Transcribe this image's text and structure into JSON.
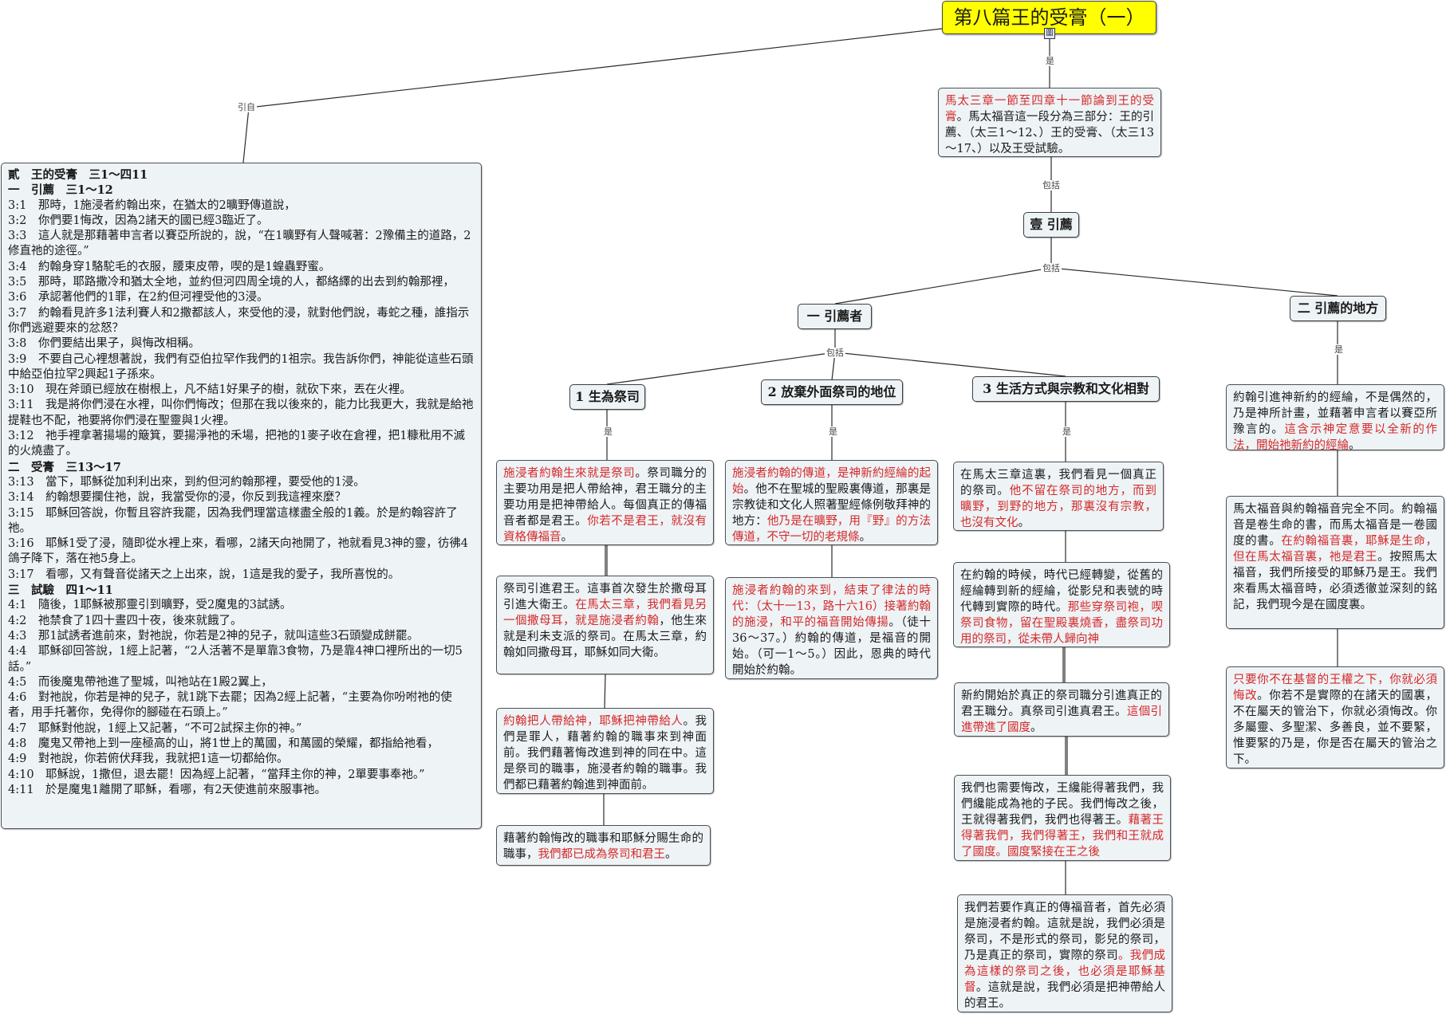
{
  "root": {
    "title": "第八篇王的受膏（一）",
    "icon": "notes-icon",
    "icon_glyph": "圖"
  },
  "edges": {
    "root_summary": "是",
    "root_scripture": "引自",
    "summary_topic": "包括",
    "topic_sub": "包括",
    "recommender_points": "包括",
    "priest_is": "是",
    "abandon_is": "是",
    "lifestyle_is": "是",
    "place_is": "是"
  },
  "summary": [
    {
      "t": "馬太三章一節至四章十一節論到王的受膏",
      "r": true
    },
    {
      "t": "。馬太福音這一段分為三部分：王的引薦、（太三1～12、）王的受膏、（太三13～17、）以及王受試驗。",
      "r": false
    }
  ],
  "topic1": "壹 引薦",
  "sub1": "一 引薦者",
  "sub2": "二 引薦的地方",
  "p1": "1 生為祭司",
  "p2": "2 放棄外面祭司的地位",
  "p3": "3 生活方式與宗教和文化相對",
  "c1": [
    [
      {
        "t": "施浸者約翰生來就是祭司",
        "r": true
      },
      {
        "t": "。祭司職分的主要功用是把人帶給神，君王職分的主要功用是把神帶給人。每個真正的傳福音者都是君王。",
        "r": false
      },
      {
        "t": "你若不是君王，就沒有資格傳福音",
        "r": true
      },
      {
        "t": "。",
        "r": false
      }
    ],
    [
      {
        "t": "祭司引進君王。這事首次發生於撒母耳引進大衛王。",
        "r": false
      },
      {
        "t": "在馬太三章，我們看見另一個撒母耳，就是施浸者約翰",
        "r": true
      },
      {
        "t": "，他生來就是利未支派的祭司。在馬太三章，約翰如同撒母耳，耶穌如同大衛。",
        "r": false
      }
    ],
    [
      {
        "t": "約翰把人帶給神，耶穌把神帶給人",
        "r": true
      },
      {
        "t": "。我們是罪人，藉著約翰的職事來到神面前。我們藉著悔改進到神的同在中。這是祭司的職事，施浸者約翰的職事。我們都已藉著約翰進到神面前。",
        "r": false
      }
    ],
    [
      {
        "t": "藉著約翰悔改的職事和耶穌分賜生命的職事，",
        "r": false
      },
      {
        "t": "我們都已成為祭司和君王",
        "r": true
      },
      {
        "t": "。",
        "r": false
      }
    ]
  ],
  "c2": [
    [
      {
        "t": "施浸者約翰的傳道，是神新約經綸的起始",
        "r": true
      },
      {
        "t": "。他不在聖城的聖殿裏傳道，那裏是宗教徒和文化人照著聖經條例敬拜神的地方：",
        "r": false
      },
      {
        "t": "他乃是在曠野，用『野』的方法傳道，不守一切的老規條",
        "r": true
      },
      {
        "t": "。",
        "r": false
      }
    ],
    [
      {
        "t": "施浸者約翰的來到，結束了律法的時代：（太十一13，路十六16）接著約翰的施浸，和平的福音開始傳揚",
        "r": true
      },
      {
        "t": "。（徒十36～37。）約翰的傳道，是福音的開始。（可一1～5。）因此，恩典的時代開始於約翰。",
        "r": false
      }
    ]
  ],
  "c3": [
    [
      {
        "t": "在馬太三章這裏，我們看見一個真正的祭司。",
        "r": false
      },
      {
        "t": "他不留在祭司的地方，而到曠野，到野的地方，那裏沒有宗教，也沒有文化",
        "r": true
      },
      {
        "t": "。",
        "r": false
      }
    ],
    [
      {
        "t": "在約翰的時候，時代已經轉變，從舊的經綸轉到新的經綸，從影兒和表號的時代轉到實際的時代。",
        "r": false
      },
      {
        "t": "那些穿祭司袍，喫祭司食物，留在聖殿裏燒香，盡祭司功用的祭司，從未帶人歸向神",
        "r": true
      }
    ],
    [
      {
        "t": "新約開始於真正的祭司職分引進真正的君王職分。真祭司引進真君王。",
        "r": false
      },
      {
        "t": "這個引進帶進了國度",
        "r": true
      },
      {
        "t": "。",
        "r": false
      }
    ],
    [
      {
        "t": "我們也需要悔改，王纔能得著我們，我們纔能成為祂的子民。我們悔改之後，王就得著我們，我們也得著王。",
        "r": false
      },
      {
        "t": "藉著王得著我們，我們得著王，我們和王就成了國度。國度緊接在王之後",
        "r": true
      }
    ],
    [
      {
        "t": "我們若要作真正的傳福音者，首先必須是施浸者約翰。這就是說，我們必須是祭司，不是形式的祭司，影兒的祭司，乃是真正的祭司，實際的祭司",
        "r": false
      },
      {
        "t": "。我們成為這樣的祭司之後，也必須是耶穌基督",
        "r": true
      },
      {
        "t": "。這就是說，我們必須是把神帶給人的君王。",
        "r": false
      }
    ]
  ],
  "c4": [
    [
      {
        "t": "約翰引進神新約的經綸，不是偶然的，乃是神所計畫，並藉著申言者以賽亞所豫言的。",
        "r": false
      },
      {
        "t": "這含示神定意要以全新的作法，開始祂新約的經綸",
        "r": true
      },
      {
        "t": "。",
        "r": false
      }
    ],
    [
      {
        "t": "馬太福音與約翰福音完全不同。約翰福音是卷生命的書，而馬太福音是一卷國度的書。",
        "r": false
      },
      {
        "t": "在約翰福音裏，耶穌是生命，但在馬太福音裏，祂是君王",
        "r": true
      },
      {
        "t": "。按照馬太福音，我們所接受的耶穌乃是王。我們來看馬太福音時，必須透徹並深刻的銘記，我們現今是在國度裏。",
        "r": false
      }
    ],
    [
      {
        "t": "只要你不在基督的王權之下，你就必須悔改",
        "r": true
      },
      {
        "t": "。你若不是實際的在諸天的國裏，不在屬天的管治下，你就必須悔改。你多屬靈、多聖潔、多善良，並不要緊，惟要緊的乃是，你是否在屬天的管治之下。",
        "r": false
      }
    ]
  ],
  "scripture": [
    {
      "t": "貳　王的受膏　三1～四11",
      "b": true
    },
    {
      "t": "一　引薦　三1～12",
      "b": true
    },
    {
      "t": "3:1　那時，1施浸者約翰出來，在猶太的2曠野傳道說，"
    },
    {
      "t": "3:2　你們要1悔改，因為2諸天的國已經3臨近了。"
    },
    {
      "t": "3:3　這人就是那藉著申言者以賽亞所說的，說，“在1曠野有人聲喊著：2豫備主的道路，2修直祂的途徑。”"
    },
    {
      "t": "3:4　約翰身穿1駱駝毛的衣服，腰束皮帶，喫的是1蝗蟲野蜜。"
    },
    {
      "t": "3:5　那時，耶路撒冷和猶太全地，並約但河四周全境的人，都絡繹的出去到約翰那裡，"
    },
    {
      "t": "3:6　承認著他們的1罪，在2約但河裡受他的3浸。"
    },
    {
      "t": "3:7　約翰看見許多1法利賽人和2撒都該人，來受他的浸，就對他們說，毒蛇之種，誰指示你們逃避要來的忿怒？"
    },
    {
      "t": "3:8　你們要結出果子，與悔改相稱。"
    },
    {
      "t": "3:9　不要自己心裡想著說，我們有亞伯拉罕作我們的1祖宗。我告訴你們，神能從這些石頭中給亞伯拉罕2興起1子孫來。"
    },
    {
      "t": "3:10　現在斧頭已經放在樹根上，凡不結1好果子的樹，就砍下來，丟在火裡。"
    },
    {
      "t": "3:11　我是將你們浸在水裡，叫你們悔改；但那在我以後來的，能力比我更大，我就是給祂提鞋也不配，祂要將你們浸在聖靈與1火裡。"
    },
    {
      "t": "3:12　祂手裡拿著揚場的簸箕，要揚淨祂的禾場，把祂的1麥子收在倉裡，把1糠秕用不滅的火燒盡了。"
    },
    {
      "t": "二　受膏　三13～17",
      "b": true
    },
    {
      "t": "3:13　當下，耶穌從加利利出來，到約但河約翰那裡，要受他的1浸。"
    },
    {
      "t": "3:14　約翰想要攔住祂，說，我當受你的浸，你反到我這裡來麼？"
    },
    {
      "t": "3:15　耶穌回答說，你暫且容許我罷，因為我們理當這樣盡全般的1義。於是約翰容許了祂。"
    },
    {
      "t": "3:16　耶穌1受了浸，隨即從水裡上來，看哪，2諸天向祂開了，祂就看見3神的靈，彷彿4鴿子降下，落在祂5身上。"
    },
    {
      "t": "3:17　看哪，又有聲音從諸天之上出來，說，1這是我的愛子，我所喜悅的。"
    },
    {
      "t": "三　試驗　四1～11",
      "b": true
    },
    {
      "t": "4:1　隨後，1耶穌被那靈引到曠野，受2魔鬼的3試誘。"
    },
    {
      "t": "4:2　祂禁食了1四十晝四十夜，後來就餓了。"
    },
    {
      "t": "4:3　那1試誘者進前來，對祂說，你若是2神的兒子，就叫這些3石頭變成餅罷。"
    },
    {
      "t": "4:4　耶穌卻回答說，1經上記著，“2人活著不是單靠3食物，乃是靠4神口裡所出的一切5話。”"
    },
    {
      "t": "4:5　而後魔鬼帶祂進了聖城，叫祂站在1殿2翼上，"
    },
    {
      "t": "4:6　對祂說，你若是神的兒子，就1跳下去罷；因為2經上記著，“主要為你吩咐祂的使者，用手托著你，免得你的腳碰在石頭上。”"
    },
    {
      "t": "4:7　耶穌對他說，1經上又記著，“不可2試探主你的神。”"
    },
    {
      "t": "4:8　魔鬼又帶祂上到一座極高的山，將1世上的萬國，和萬國的榮耀，都指給祂看，"
    },
    {
      "t": "4:9　對祂說，你若俯伏拜我，我就把1這一切都給你。"
    },
    {
      "t": "4:10　耶穌說，1撒但，退去罷！因為經上記著，“當拜主你的神，2單要事奉祂。”"
    },
    {
      "t": "4:11　於是魔鬼1離開了耶穌，看哪，有2天使進前來服事祂。"
    }
  ]
}
